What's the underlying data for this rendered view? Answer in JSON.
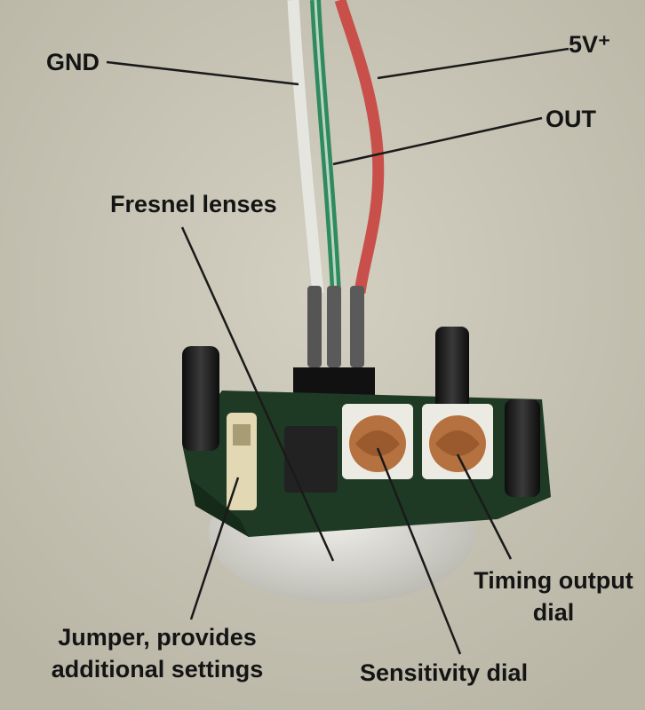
{
  "labels": {
    "gnd": "GND",
    "five_v": "5V⁺",
    "out": "OUT",
    "fresnel": "Fresnel lenses",
    "timing": "Timing output dial",
    "jumper": "Jumper, provides additional settings",
    "sensitivity": "Sensitivity dial"
  },
  "colors": {
    "background": "#c9c6b6",
    "wire_gnd": "#e6e6e0",
    "wire_out": "#2f8a5e",
    "wire_5v": "#c9504a",
    "pcb": "#1f3a24",
    "capacitor": "#1b1b1b",
    "dial": "#b5713f",
    "dome": "#e3e2dc"
  }
}
